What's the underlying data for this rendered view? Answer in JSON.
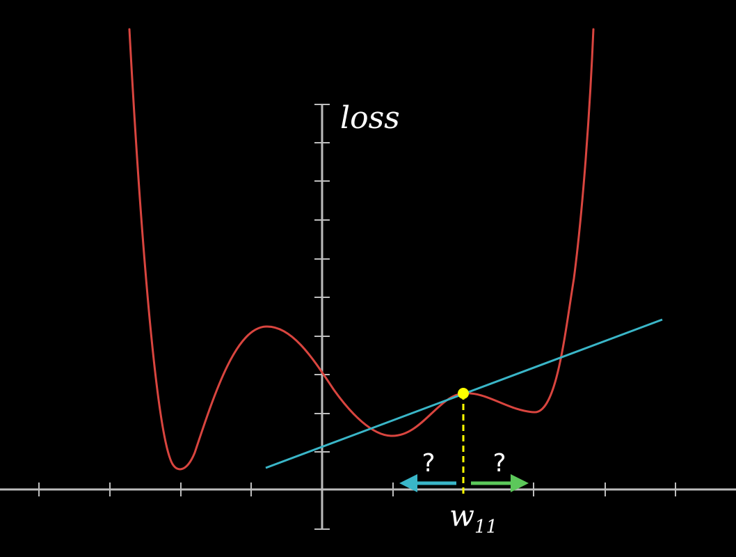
{
  "labels": {
    "y_axis": "loss",
    "x_main": "w",
    "x_sub": "11",
    "left_question": "?",
    "right_question": "?"
  },
  "colors": {
    "background": "#000000",
    "axis": "#bdbdbd",
    "curve": "#d9453f",
    "tangent": "#3ab6c8",
    "point": "#ffff00",
    "dashed": "#ffff00",
    "left_arrow": "#3ab6c8",
    "right_arrow": "#5cc85a"
  },
  "icons": {
    "left_arrow": "arrow-left-icon",
    "right_arrow": "arrow-right-icon"
  }
}
